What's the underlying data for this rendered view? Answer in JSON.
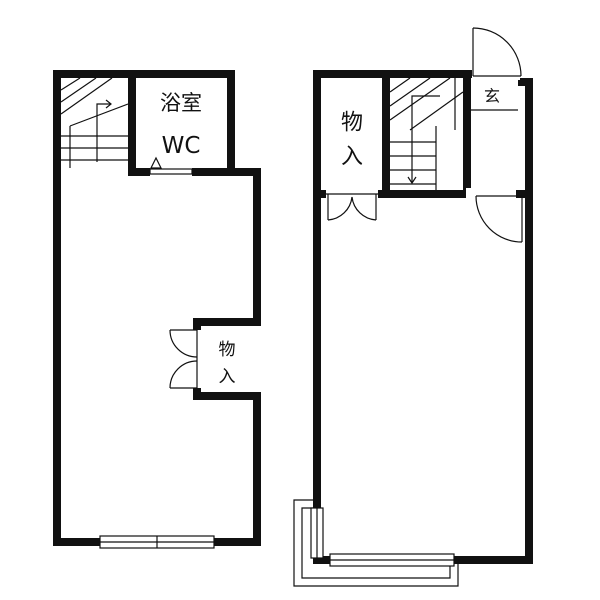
{
  "rooms": {
    "bath_line1": "浴室",
    "bath_line2": "WC",
    "storage_left": [
      "物",
      "入"
    ],
    "storage_right": [
      "物",
      "入"
    ],
    "entrance": "玄"
  }
}
